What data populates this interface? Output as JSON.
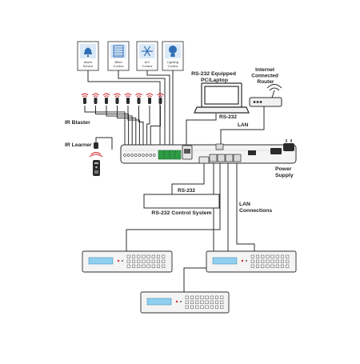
{
  "sensors": [
    {
      "label": "Alarm Sensor",
      "lines": [
        "Alarm",
        "Sensor"
      ],
      "icon": "alarm-bell-icon"
    },
    {
      "label": "Blind Control",
      "lines": [
        "Blind",
        "Control"
      ],
      "icon": "window-blind-icon"
    },
    {
      "label": "A/C Control",
      "lines": [
        "A/C",
        "Control"
      ],
      "icon": "snowflake-icon"
    },
    {
      "label": "Lighting Control",
      "lines": [
        "Lighting",
        "Control"
      ],
      "icon": "light-bulb-icon"
    }
  ],
  "labels": {
    "rs232_equipped": [
      "RS-232 Equipped",
      "PC/Laptop"
    ],
    "internet_router": [
      "Internet",
      "Connected",
      "Router"
    ],
    "rs232_link": "RS-232",
    "lan_link": "LAN",
    "ir_blaster": "IR Blaster",
    "ir_learner": "IR Learner",
    "power_supply": [
      "Power",
      "Supply"
    ],
    "rs232_lower": "RS-232",
    "rs232_control_system": "RS-232 Control System",
    "lan_connections": [
      "LAN",
      "Connections"
    ]
  },
  "ir_emitter_count": 8,
  "colors": {
    "line": "#2b2b2b",
    "sensor_box": "#dbe9f7",
    "sensor_icon": "#2f6fb3",
    "emitter_red": "#d32828",
    "lcd": "#8fd0f0",
    "green_terminal": "#2e9b45",
    "device_body": "#f4f4f4"
  }
}
